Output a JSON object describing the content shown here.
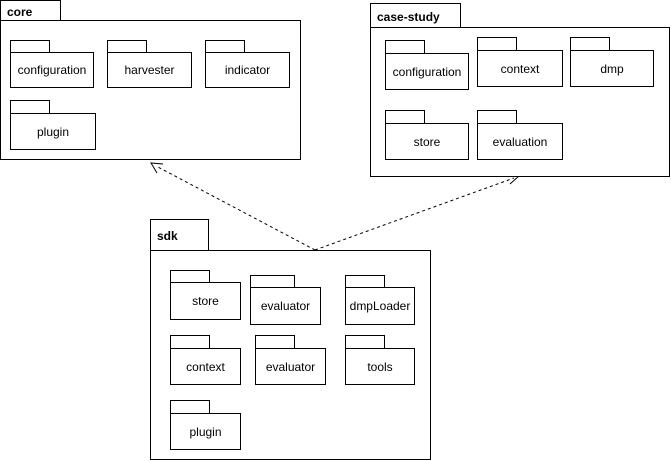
{
  "packages": {
    "core": {
      "name": "core",
      "subpackages": [
        "configuration",
        "harvester",
        "indicator",
        "plugin"
      ]
    },
    "case_study": {
      "name": "case-study",
      "subpackages": [
        "configuration",
        "context",
        "dmp",
        "store",
        "evaluation"
      ]
    },
    "sdk": {
      "name": "sdk",
      "subpackages": [
        "store",
        "evaluator",
        "dmpLoader",
        "context",
        "evaluator",
        "tools",
        "plugin"
      ]
    }
  },
  "dependencies": [
    {
      "from": "sdk",
      "to": "core",
      "style": "dashed"
    },
    {
      "from": "sdk",
      "to": "case-study",
      "style": "dashed"
    }
  ]
}
